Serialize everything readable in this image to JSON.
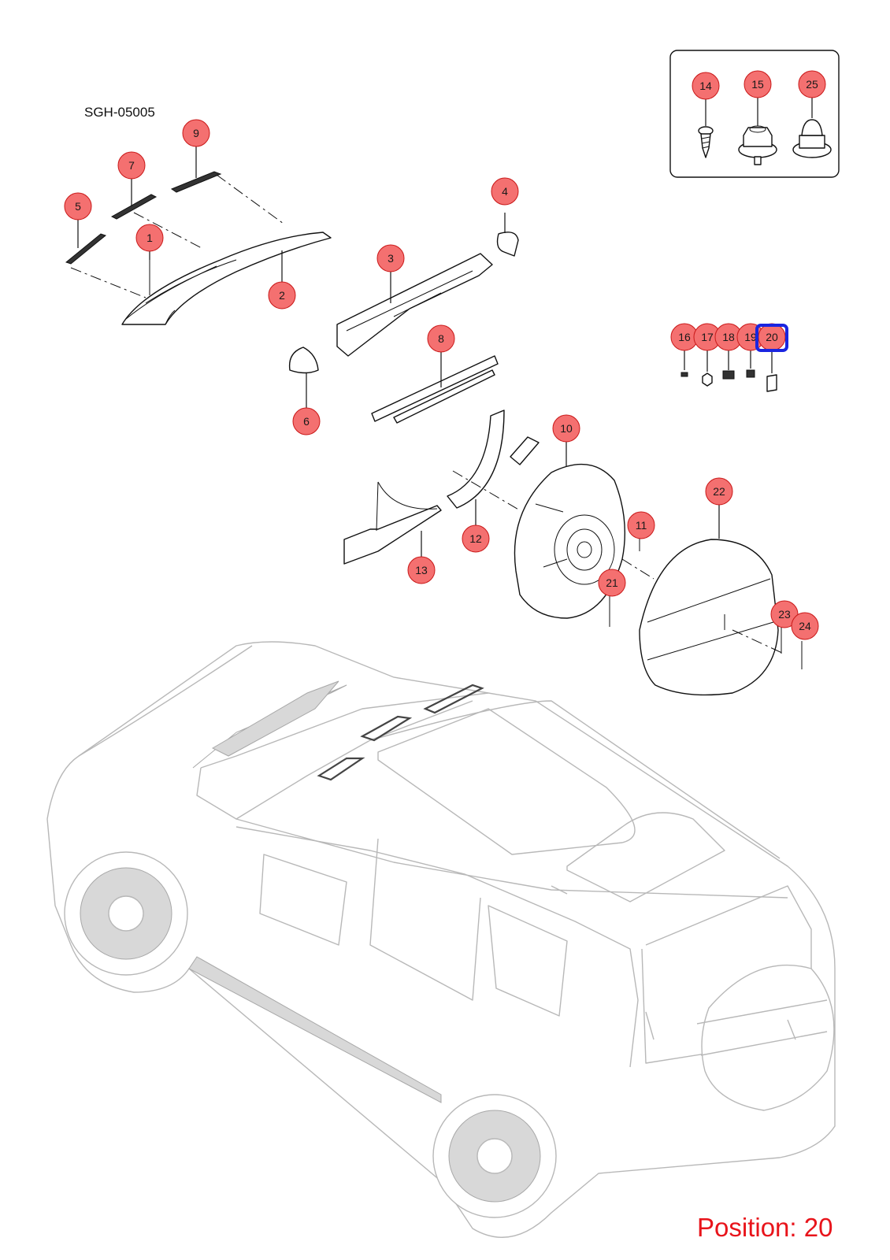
{
  "diagram": {
    "drawing_code": "SGH-05005",
    "position_label": "Position: 20",
    "highlighted_callout": "20",
    "highlight_color": "#1a25e0",
    "callout_fill_color": "#f47070",
    "position_label_color": "#e8141b",
    "callouts": [
      {
        "id": "1",
        "label": "1"
      },
      {
        "id": "2",
        "label": "2"
      },
      {
        "id": "3",
        "label": "3"
      },
      {
        "id": "4",
        "label": "4"
      },
      {
        "id": "5",
        "label": "5"
      },
      {
        "id": "6",
        "label": "6"
      },
      {
        "id": "7",
        "label": "7"
      },
      {
        "id": "8",
        "label": "8"
      },
      {
        "id": "9",
        "label": "9"
      },
      {
        "id": "10",
        "label": "10"
      },
      {
        "id": "11",
        "label": "11"
      },
      {
        "id": "12",
        "label": "12"
      },
      {
        "id": "13",
        "label": "13"
      },
      {
        "id": "14",
        "label": "14"
      },
      {
        "id": "15",
        "label": "15"
      },
      {
        "id": "16",
        "label": "16"
      },
      {
        "id": "17",
        "label": "17"
      },
      {
        "id": "18",
        "label": "18"
      },
      {
        "id": "19",
        "label": "19"
      },
      {
        "id": "20",
        "label": "20"
      },
      {
        "id": "21",
        "label": "21"
      },
      {
        "id": "22",
        "label": "22"
      },
      {
        "id": "23",
        "label": "23"
      },
      {
        "id": "24",
        "label": "24"
      },
      {
        "id": "25",
        "label": "25"
      }
    ]
  }
}
